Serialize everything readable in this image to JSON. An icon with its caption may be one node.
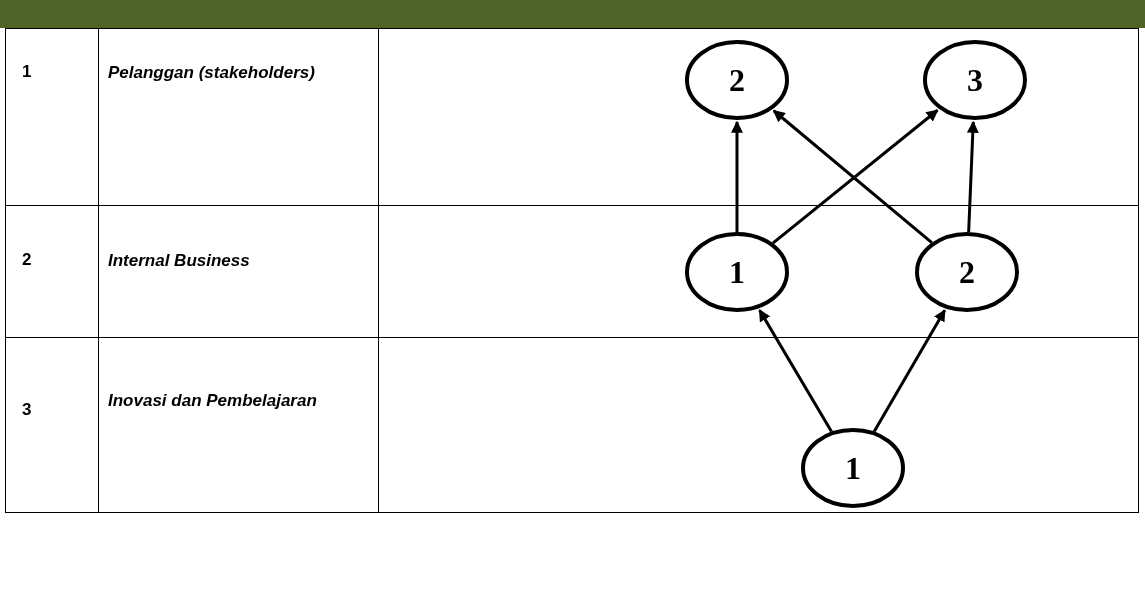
{
  "diagram": {
    "nodes": [
      {
        "text": [
          "2"
        ]
      },
      {
        "text": [
          "3"
        ]
      },
      {
        "text": [
          "1"
        ]
      },
      {
        "text": [
          "2"
        ]
      },
      {
        "text": [
          "1"
        ]
      }
    ],
    "edges": [
      {
        "from": 2,
        "to": 0,
        "arrow": "to"
      },
      {
        "from": 2,
        "to": 1,
        "arrow": "to"
      },
      {
        "from": 3,
        "to": 0,
        "arrow": "to"
      },
      {
        "from": 3,
        "to": 1,
        "arrow": "to"
      },
      {
        "from": 4,
        "to": 2,
        "arrow": "to"
      },
      {
        "from": 4,
        "to": 3,
        "arrow": "to"
      }
    ],
    "labels": [
      "1",
      "Pelanggan (stakeholders)",
      "2",
      "Internal Business",
      "3",
      "Inovasi dan Pembelajaran"
    ]
  }
}
